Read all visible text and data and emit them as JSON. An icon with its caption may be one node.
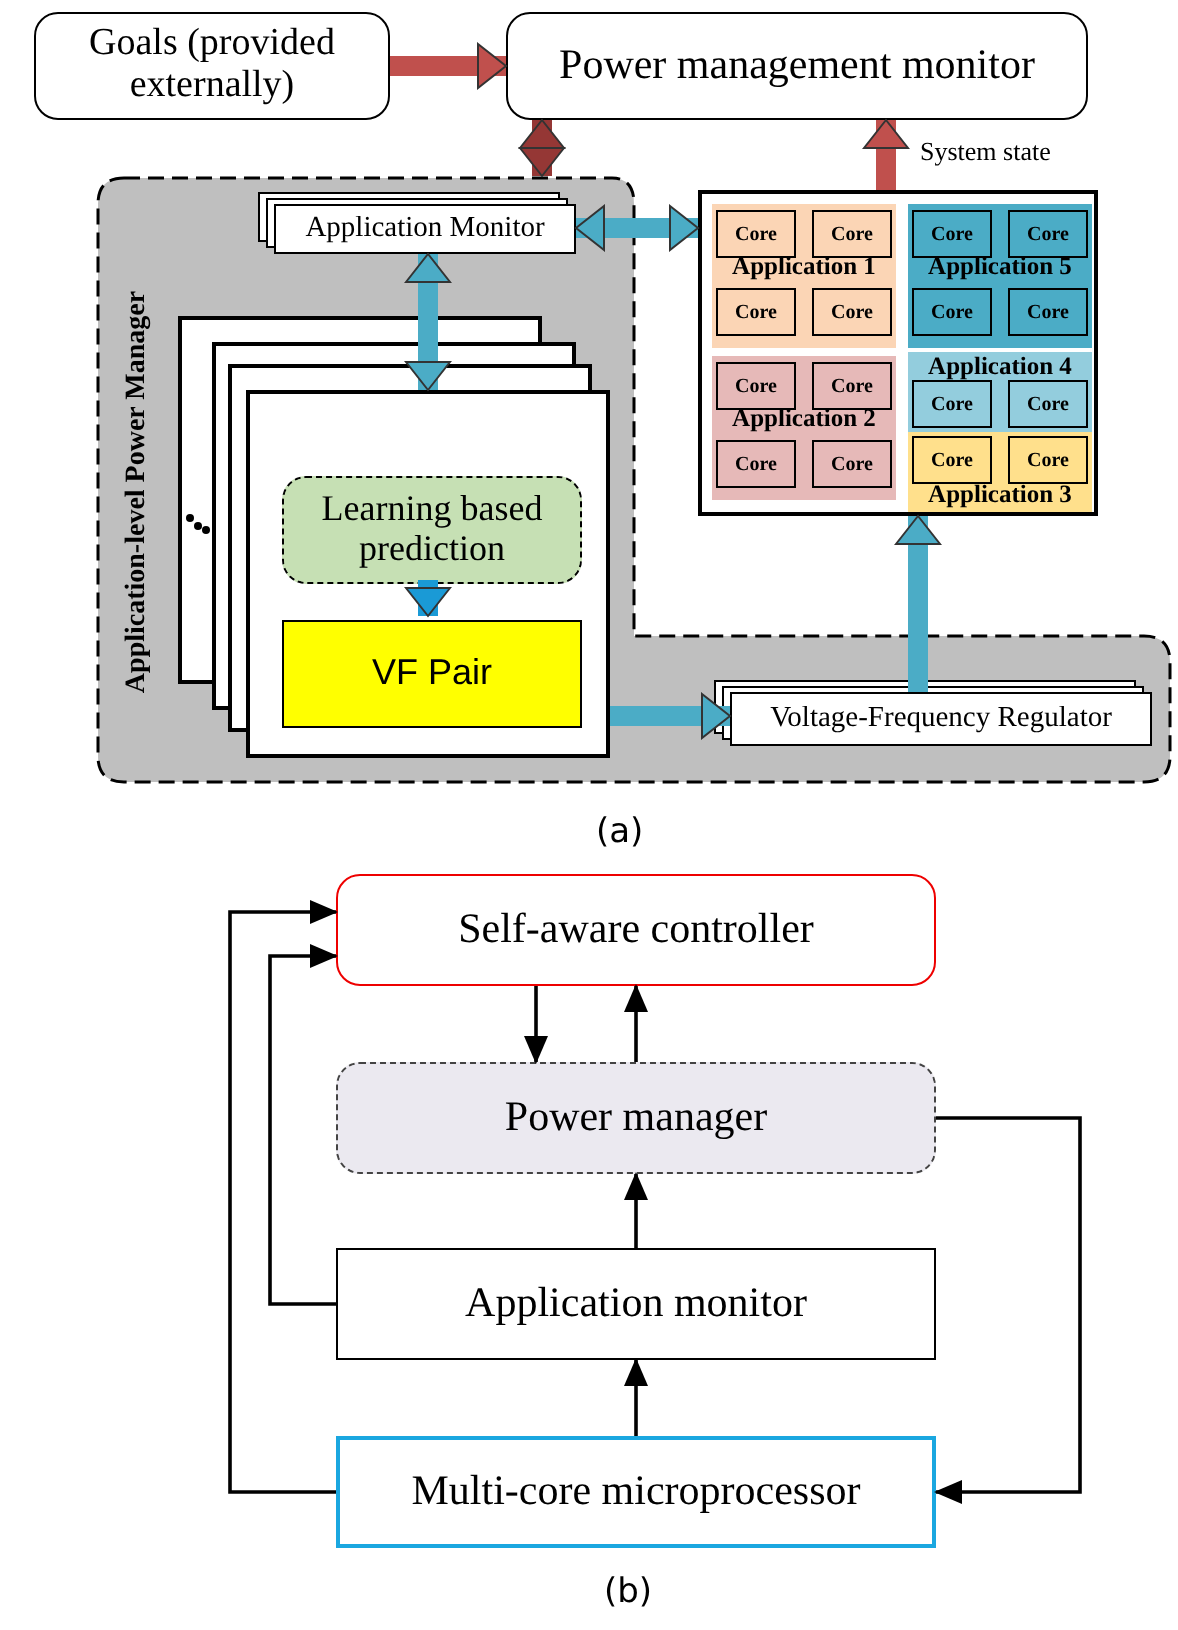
{
  "diagram": {
    "nodes": [
      {
        "text": [
          "Goals (provided externally)"
        ]
      },
      {
        "text": [
          "Power management monitor"
        ]
      },
      {
        "text": [
          "Application-level Power Manager"
        ]
      },
      {
        "text": [
          "Application Monitor"
        ],
        "in": 2
      },
      {
        "text": [],
        "shape": "box",
        "in": 2
      },
      {
        "text": [
          "Learning based prediction"
        ],
        "in": 4
      },
      {
        "text": [
          "VF Pair"
        ],
        "in": 4
      },
      {
        "text": [
          "Voltage-Frequency Regulator"
        ],
        "in": 2
      },
      {
        "text": [],
        "shape": "box"
      },
      {
        "text": [
          "Application 1"
        ],
        "in": 8
      },
      {
        "text": [
          "Core"
        ],
        "in": 9
      },
      {
        "text": [
          "Core"
        ],
        "in": 9
      },
      {
        "text": [
          "Core"
        ],
        "in": 9
      },
      {
        "text": [
          "Core"
        ],
        "in": 9
      },
      {
        "text": [
          "Application 5"
        ],
        "in": 8
      },
      {
        "text": [
          "Core"
        ],
        "in": 14
      },
      {
        "text": [
          "Core"
        ],
        "in": 14
      },
      {
        "text": [
          "Core"
        ],
        "in": 14
      },
      {
        "text": [
          "Core"
        ],
        "in": 14
      },
      {
        "text": [
          "Application 2"
        ],
        "in": 8
      },
      {
        "text": [
          "Core"
        ],
        "in": 19
      },
      {
        "text": [
          "Core"
        ],
        "in": 19
      },
      {
        "text": [
          "Core"
        ],
        "in": 19
      },
      {
        "text": [
          "Core"
        ],
        "in": 19
      },
      {
        "text": [
          "Application 4"
        ],
        "in": 8
      },
      {
        "text": [
          "Core"
        ],
        "in": 24
      },
      {
        "text": [
          "Core"
        ],
        "in": 24
      },
      {
        "text": [
          "Application 3"
        ],
        "in": 8
      },
      {
        "text": [
          "Core"
        ],
        "in": 27
      },
      {
        "text": [
          "Core"
        ],
        "in": 27
      },
      {
        "text": [
          "Self-aware controller"
        ]
      },
      {
        "text": [
          "Power manager"
        ]
      },
      {
        "text": [
          "Application monitor"
        ]
      },
      {
        "text": [
          "Multi-core microprocessor"
        ]
      }
    ],
    "edges": [
      {
        "from": 0,
        "to": 1,
        "arrow": "to",
        "color": "#c0504d"
      },
      {
        "from": 2,
        "to": 1,
        "arrow": "both",
        "color": "#953735"
      },
      {
        "from": 3,
        "to": 8,
        "arrow": "both",
        "color": "#4bacc6"
      },
      {
        "from": 3,
        "to": 4,
        "arrow": "both",
        "color": "#4bacc6"
      },
      {
        "from": 5,
        "to": 6,
        "arrow": "to",
        "color": "#1a9ad6"
      },
      {
        "from": 4,
        "to": 7,
        "arrow": "to",
        "color": "#4bacc6"
      },
      {
        "from": 7,
        "to": 8,
        "arrow": "to",
        "color": "#4bacc6"
      },
      {
        "from": 8,
        "to": 1,
        "arrow": "to",
        "color": "#c0504d",
        "label": "System state"
      },
      {
        "from": 30,
        "to": 31,
        "arrow": "to"
      },
      {
        "from": 31,
        "to": 30,
        "arrow": "to"
      },
      {
        "from": 32,
        "to": 31,
        "arrow": "to"
      },
      {
        "from": 33,
        "to": 32,
        "arrow": "to"
      },
      {
        "from": 32,
        "to": 30,
        "arrow": "to"
      },
      {
        "from": 33,
        "to": 30,
        "arrow": "to"
      },
      {
        "from": 31,
        "to": 33,
        "arrow": "to"
      }
    ],
    "labels": [
      "(a)",
      "(b)"
    ]
  }
}
